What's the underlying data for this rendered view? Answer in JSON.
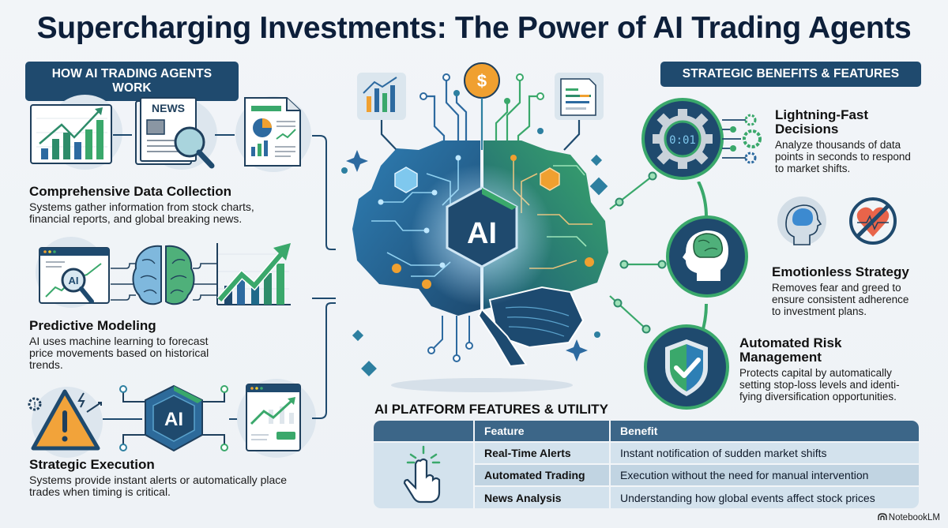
{
  "title": "Supercharging Investments: The Power of AI Trading Agents",
  "left_section": {
    "header": "HOW AI TRADING AGENTS WORK",
    "steps": [
      {
        "title": "Comprehensive Data Collection",
        "description": "Systems gather information from stock charts, financial reports, and global breaking news.",
        "icons": [
          "bar-chart-growth-icon",
          "newspaper-magnifier-icon",
          "financial-report-icon"
        ],
        "news_label": "NEWS"
      },
      {
        "title": "Predictive Modeling",
        "description": "AI uses machine learning to forecast price movements based on historical trends.",
        "icons": [
          "ai-magnifier-browser-icon",
          "split-brain-icon",
          "rising-chart-arrow-icon"
        ],
        "ai_label": "AI"
      },
      {
        "title": "Strategic Execution",
        "description": "Systems provide instant alerts or automatically place trades when timing is critical.",
        "icons": [
          "warning-triangle-icon",
          "ai-hexagon-chip-icon",
          "trade-browser-icon"
        ],
        "ai_label": "AI"
      }
    ]
  },
  "center": {
    "brain_label": "AI",
    "icons": [
      "bar-chart-icon",
      "dollar-coin-icon",
      "spreadsheet-icon",
      "circuit-brain-icon"
    ],
    "coin_symbol": "$"
  },
  "right_section": {
    "header": "STRATEGIC BENEFITS & FEATURES",
    "benefits": [
      {
        "title": "Lightning-Fast Decisions",
        "description": "Analyze thousands of data points in seconds to respond to market shifts.",
        "icon": "gear-timer-icon",
        "timer_text": "0:01"
      },
      {
        "title": "Emotionless Strategy",
        "description": "Removes fear and greed to ensure consistent adherence to investment plans.",
        "icon": "head-brain-icon",
        "extra_icons": [
          "head-brain-profile-icon",
          "no-heart-icon"
        ]
      },
      {
        "title": "Automated Risk Management",
        "description": "Protects capital by automatically setting stop-loss levels and identi-fying diversification opportunities.",
        "icon": "shield-check-icon"
      }
    ]
  },
  "features_table": {
    "title": "AI PLATFORM FEATURES & UTILITY",
    "columns": [
      "",
      "Feature",
      "Benefit"
    ],
    "icon": "pointer-click-icon",
    "rows": [
      {
        "feature": "Real-Time Alerts",
        "benefit": "Instant notification of sudden market shifts"
      },
      {
        "feature": "Automated Trading",
        "benefit": "Execution without the need for manual intervention"
      },
      {
        "feature": "News Analysis",
        "benefit": "Understanding how global events affect stock prices"
      }
    ]
  },
  "footer": {
    "brand": "NotebookLM"
  },
  "colors": {
    "navy": "#1f4a6e",
    "dark_title": "#0d1f3a",
    "green": "#3aa86b",
    "blue": "#2f7fb5",
    "orange": "#f0a030",
    "table_header": "#3c6688",
    "table_row_light": "#d3e2ed",
    "table_row_dark": "#c1d4e2"
  }
}
